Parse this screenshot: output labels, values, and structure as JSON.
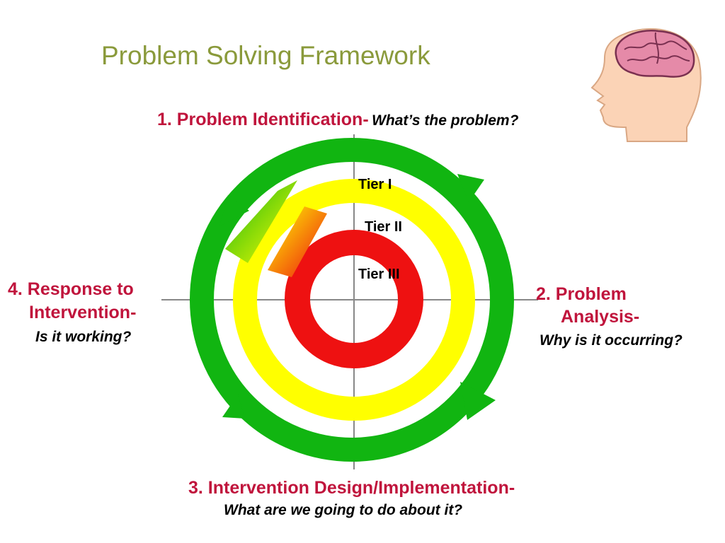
{
  "title": "Problem Solving Framework",
  "steps": [
    {
      "label": "1. Problem Identification-",
      "question": "What’s the problem?"
    },
    {
      "label_line1": "2. Problem",
      "label_line2": "Analysis-",
      "question": "Why is it occurring?"
    },
    {
      "label": "3. Intervention Design/Implementation-",
      "question": "What are we going to do about it?"
    },
    {
      "label_line1": "4. Response to",
      "label_line2": "Intervention-",
      "question": "Is it working?"
    }
  ],
  "tiers": [
    "Tier I",
    "Tier II",
    "Tier III"
  ],
  "colors": {
    "title": "#8a9a3b",
    "step_label": "#c0143c",
    "tier1_ring": "#11b511",
    "tier2_ring": "#ffff00",
    "tier3_ring": "#ee1111",
    "axis": "#888888",
    "brain": "#e58aa8",
    "skin": "#fbd3b6"
  },
  "icons": [
    "head-with-brain-icon",
    "cycle-arrow-icon"
  ]
}
